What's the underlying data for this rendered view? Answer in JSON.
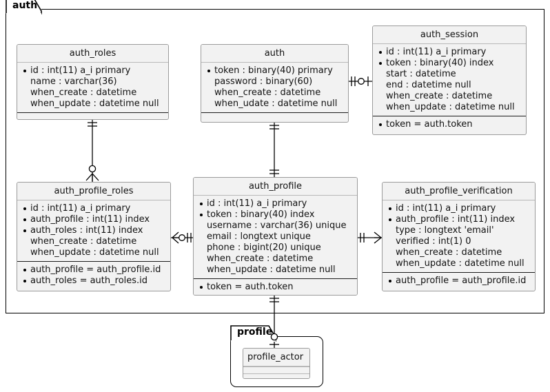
{
  "diagram": {
    "type": "er-diagram",
    "background": "#ffffff",
    "entity_fill": "#f2f2f2",
    "entity_border": "#9b9b9b",
    "line_color": "#000000"
  },
  "packages": [
    {
      "id": "auth",
      "label": "auth"
    },
    {
      "id": "profile",
      "label": "profile"
    }
  ],
  "entities": {
    "auth_roles": {
      "title": "auth_roles",
      "attributes": [
        {
          "text": "id : int(11) a_i primary",
          "key": true
        },
        {
          "text": "name : varchar(36)",
          "key": false
        },
        {
          "text": "when_create : datetime",
          "key": false
        },
        {
          "text": "when_update : datetime null",
          "key": false
        }
      ],
      "foreign_keys": []
    },
    "auth": {
      "title": "auth",
      "attributes": [
        {
          "text": "token : binary(40) primary",
          "key": true
        },
        {
          "text": "password : binary(60)",
          "key": false
        },
        {
          "text": "when_create : datetime",
          "key": false
        },
        {
          "text": "when_udate : datetime null",
          "key": false
        }
      ],
      "foreign_keys": []
    },
    "auth_session": {
      "title": "auth_session",
      "attributes": [
        {
          "text": "id : int(11) a_i primary",
          "key": true
        },
        {
          "text": "token : binary(40) index",
          "key": true
        },
        {
          "text": "start : datetime",
          "key": false
        },
        {
          "text": "end : datetime null",
          "key": false
        },
        {
          "text": "when_create : datetime",
          "key": false
        },
        {
          "text": "when_update : datetime null",
          "key": false
        }
      ],
      "foreign_keys": [
        {
          "text": "token = auth.token",
          "key": true
        }
      ]
    },
    "auth_profile_roles": {
      "title": "auth_profile_roles",
      "attributes": [
        {
          "text": "id : int(11) a_i primary",
          "key": true
        },
        {
          "text": "auth_profile : int(11) index",
          "key": true
        },
        {
          "text": "auth_roles : int(11) index",
          "key": true
        },
        {
          "text": "when_create : datetime",
          "key": false
        },
        {
          "text": "when_update : datetime null",
          "key": false
        }
      ],
      "foreign_keys": [
        {
          "text": "auth_profile = auth_profile.id",
          "key": true
        },
        {
          "text": "auth_roles = auth_roles.id",
          "key": true
        }
      ]
    },
    "auth_profile": {
      "title": "auth_profile",
      "attributes": [
        {
          "text": "id : int(11) a_i primary",
          "key": true
        },
        {
          "text": "token : binary(40) index",
          "key": true
        },
        {
          "text": "username : varchar(36) unique",
          "key": false
        },
        {
          "text": "email : longtext unique",
          "key": false
        },
        {
          "text": "phone : bigint(20) unique",
          "key": false
        },
        {
          "text": "when_create : datetime",
          "key": false
        },
        {
          "text": "when_update : datetime null",
          "key": false
        }
      ],
      "foreign_keys": [
        {
          "text": "token = auth.token",
          "key": true
        }
      ]
    },
    "auth_profile_verification": {
      "title": "auth_profile_verification",
      "attributes": [
        {
          "text": "id : int(11) a_i primary",
          "key": true
        },
        {
          "text": "auth_profile : int(11) index",
          "key": true
        },
        {
          "text": "type : longtext 'email'",
          "key": false
        },
        {
          "text": "verified : int(1) 0",
          "key": false
        },
        {
          "text": "when_create : datetime",
          "key": false
        },
        {
          "text": "when_update : datetime null",
          "key": false
        }
      ],
      "foreign_keys": [
        {
          "text": "auth_profile = auth_profile.id",
          "key": true
        }
      ]
    },
    "profile_actor": {
      "title": "profile_actor",
      "attributes": [],
      "foreign_keys": []
    }
  },
  "relationships": [
    {
      "from": "auth",
      "to": "auth_session",
      "from_card": "one",
      "to_card": "zero-or-one",
      "orientation": "horizontal"
    },
    {
      "from": "auth_roles",
      "to": "auth_profile_roles",
      "from_card": "one",
      "to_card": "zero-or-many",
      "orientation": "vertical"
    },
    {
      "from": "auth",
      "to": "auth_profile",
      "from_card": "one",
      "to_card": "one",
      "orientation": "vertical"
    },
    {
      "from": "auth_profile_roles",
      "to": "auth_profile",
      "from_card": "zero-or-many",
      "to_card": "one",
      "orientation": "horizontal"
    },
    {
      "from": "auth_profile",
      "to": "auth_profile_verification",
      "from_card": "one",
      "to_card": "many",
      "orientation": "horizontal"
    },
    {
      "from": "auth_profile",
      "to": "profile_actor",
      "from_card": "one",
      "to_card": "zero-or-one",
      "orientation": "vertical"
    }
  ]
}
